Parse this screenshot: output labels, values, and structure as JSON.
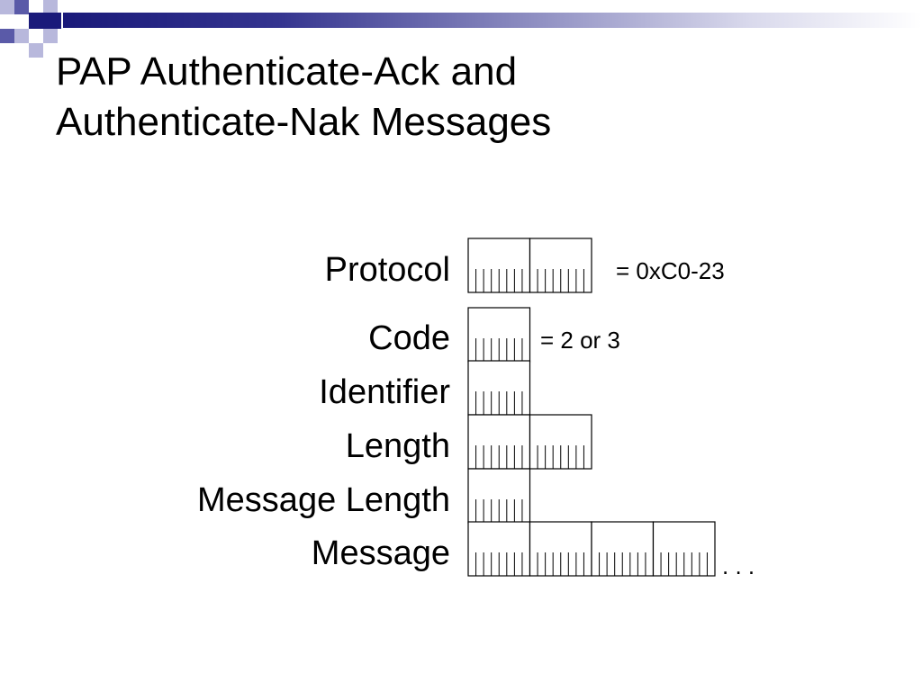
{
  "title_line1": "PAP Authenticate-Ack and",
  "title_line2": "Authenticate-Nak Messages",
  "fields": [
    {
      "label": "Protocol",
      "bytes": 2,
      "note": "= 0xC0-23"
    },
    {
      "label": "Code",
      "bytes": 1,
      "note": "= 2 or 3"
    },
    {
      "label": "Identifier",
      "bytes": 1,
      "note": ""
    },
    {
      "label": "Length",
      "bytes": 2,
      "note": ""
    },
    {
      "label": "Message Length",
      "bytes": 1,
      "note": ""
    },
    {
      "label": "Message",
      "bytes": 4,
      "note": ". . ."
    }
  ],
  "colors": {
    "accent_dark": "#1a1a7a",
    "accent_mid": "#5a5aa8",
    "accent_light": "#b8b8dc"
  }
}
